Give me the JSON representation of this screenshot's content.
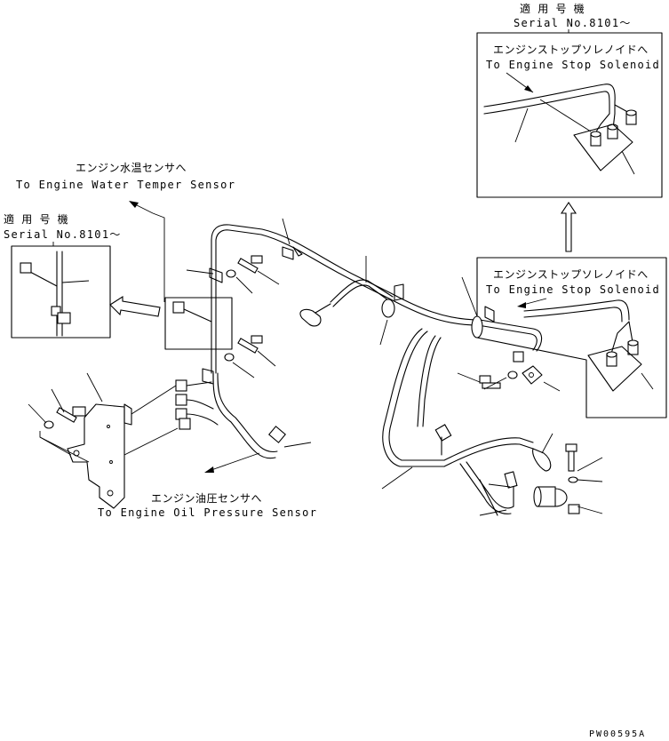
{
  "labels": {
    "serial_top_jp": "適 用 号 機",
    "serial_top_en": "Serial No.8101～",
    "stop_solenoid_top_jp": "エンジンストップソレノイドへ",
    "stop_solenoid_top_en": "To Engine Stop Solenoid",
    "water_temp_jp": "エンジン水温センサへ",
    "water_temp_en": "To Engine Water Temper Sensor",
    "serial_left_jp": "適 用 号 機",
    "serial_left_en": "Serial No.8101～",
    "stop_solenoid_mid_jp": "エンジンストップソレノイドへ",
    "stop_solenoid_mid_en": "To Engine Stop Solenoid",
    "oil_pressure_jp": "エンジン油圧センサへ",
    "oil_pressure_en": "To Engine Oil Pressure Sensor",
    "drawing_code": "PW00595A"
  }
}
